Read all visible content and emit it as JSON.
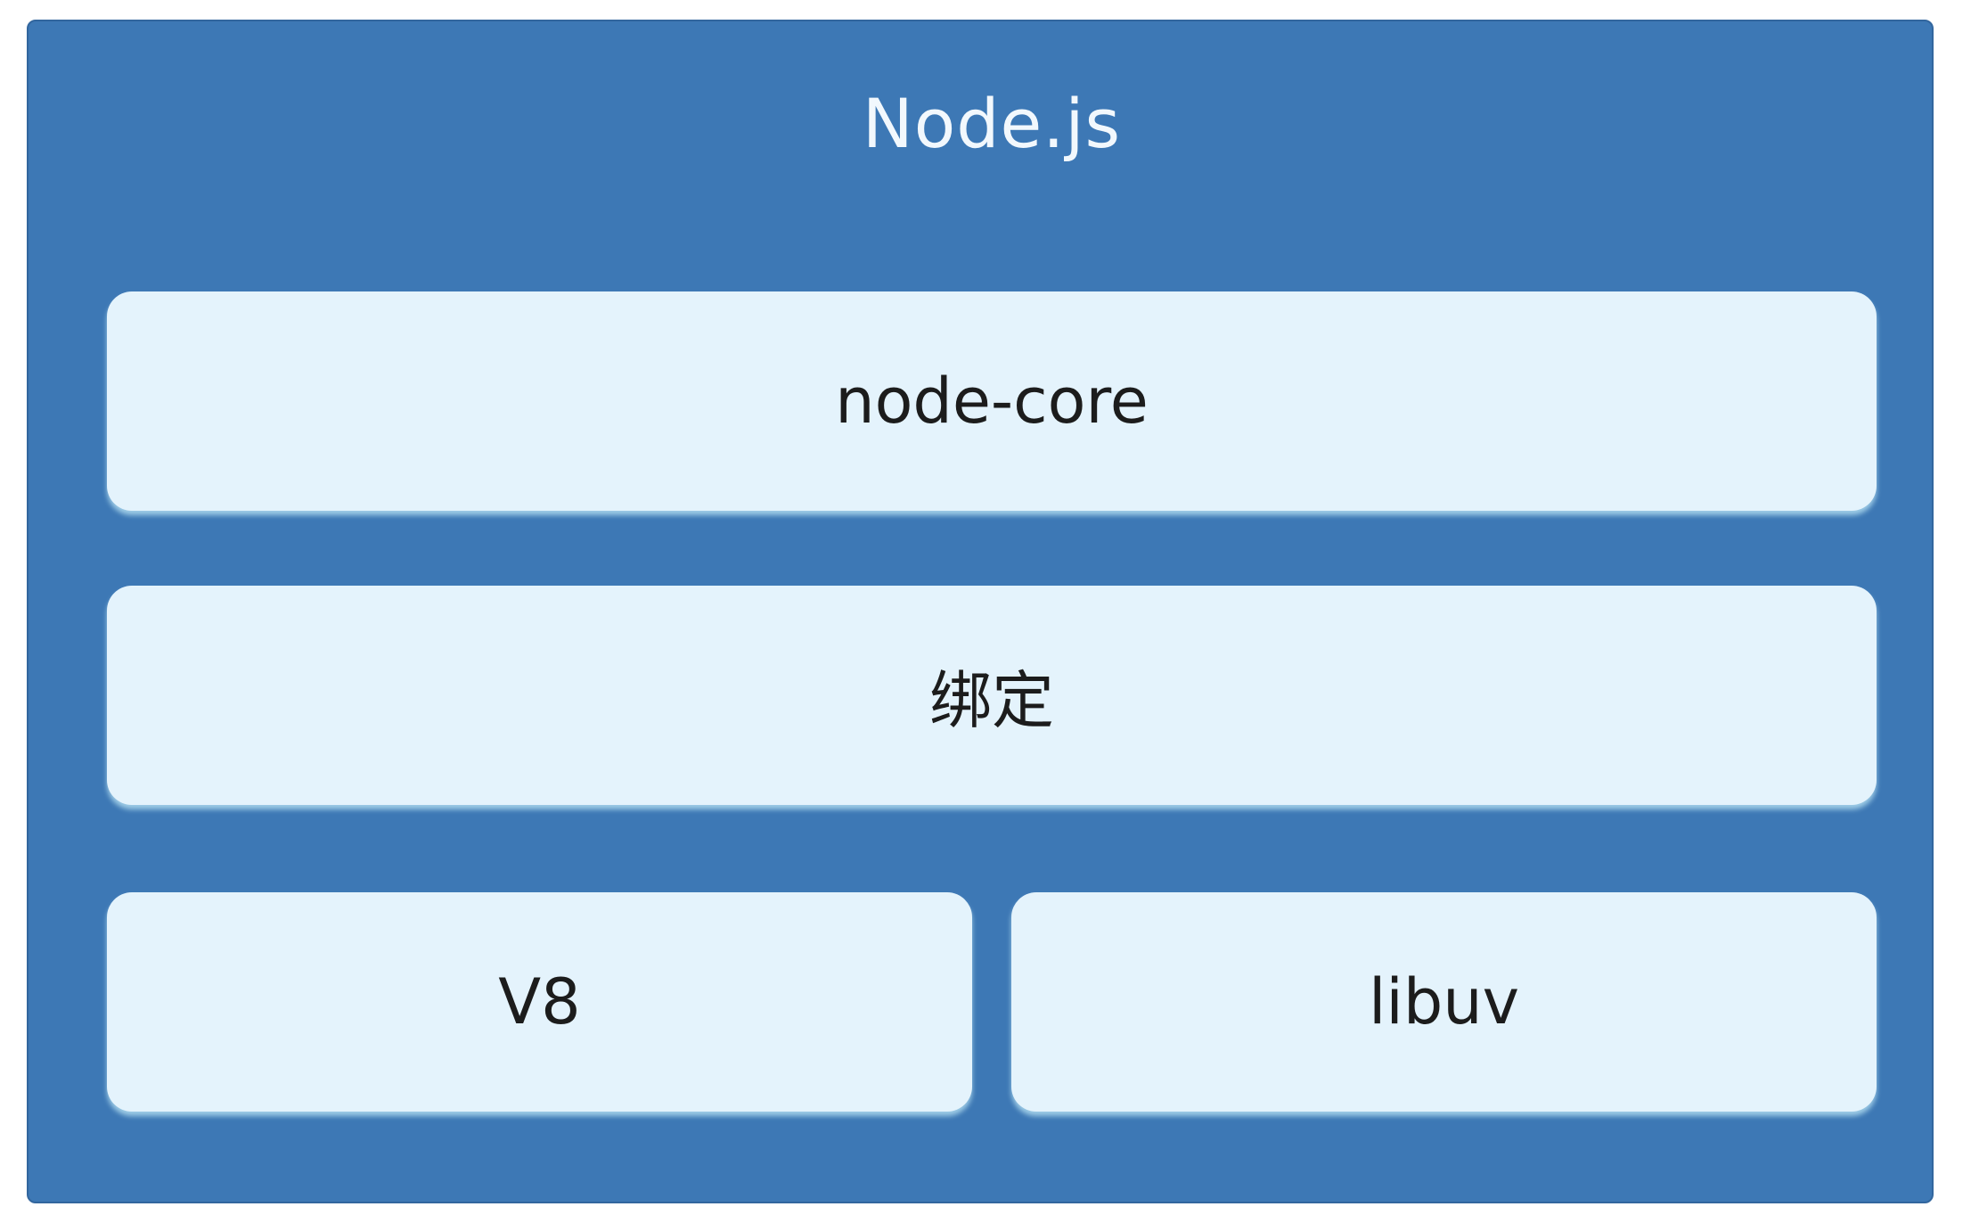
{
  "diagram": {
    "title": "Node.js",
    "layers": [
      {
        "id": "node-core",
        "label": "node-core"
      },
      {
        "id": "bindings",
        "label": "绑定"
      },
      {
        "id": "v8",
        "label": "V8"
      },
      {
        "id": "libuv",
        "label": "libuv"
      }
    ],
    "colors": {
      "container_fill": "#3d78b5",
      "container_border": "#32669e",
      "box_fill": "#e4f3fc",
      "title_text": "#f2f8fd",
      "box_text": "#1c1c1c",
      "page_background": "#ffffff"
    }
  }
}
